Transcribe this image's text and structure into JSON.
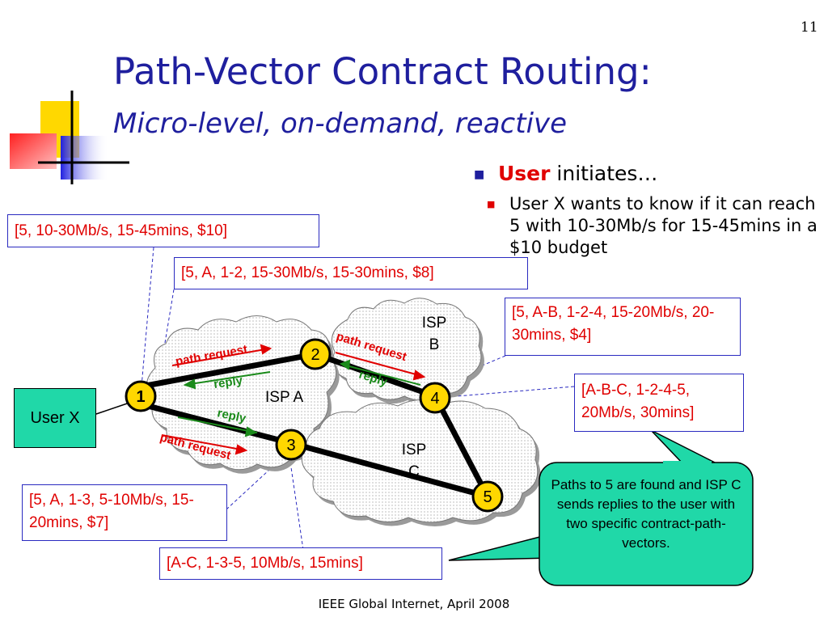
{
  "page_number": "11",
  "title": "Path-Vector Contract Routing:",
  "subtitle": "Micro-level, on-demand, reactive",
  "bullet": {
    "emphasis": "User",
    "rest": " initiates…",
    "sub": "User X wants to know if it can reach 5 with 10-30Mb/s for 15-45mins in a $10 budget"
  },
  "boxes": {
    "request_user": "[5, 10-30Mb/s, 15-45mins, $10]",
    "request_a_2": "[5, A, 1-2, 15-30Mb/s, 15-30mins, $8]",
    "request_b_4": "[5, A-B, 1-2-4, 15-20Mb/s, 20-30mins, $4]",
    "request_a_3": "[5, A, 1-3, 5-10Mb/s, 15-20mins, $7]",
    "reply_abc": "[A-B-C, 1-2-4-5, 20Mb/s, 30mins]",
    "reply_ac": "[A-C, 1-3-5, 10Mb/s, 15mins]"
  },
  "user_label": "User X",
  "isps": {
    "a": "ISP A",
    "b_line1": "ISP",
    "b_line2": "B",
    "c_line1": "ISP",
    "c_line2": "C"
  },
  "nodes": {
    "n1": "1",
    "n2": "2",
    "n3": "3",
    "n4": "4",
    "n5": "5"
  },
  "edge_labels": {
    "path_request_12": "path request",
    "path_request_24": "path request",
    "path_request_13": "path request",
    "reply_12": "reply",
    "reply_24": "reply",
    "reply_13": "reply"
  },
  "callout": "Paths to 5 are found and ISP C sends replies to the user with two specific contract-path-vectors.",
  "footer": "IEEE Global Internet, April 2008",
  "colors": {
    "title": "#1f1f9e",
    "emphasis": "#e00000",
    "node_fill": "#ffd700",
    "user_fill": "#20d8a8",
    "reply_green": "#1a8a1a",
    "request_red": "#e00000",
    "box_border": "#2a2ac0",
    "cloud_shadow": "#9a9a9a"
  }
}
